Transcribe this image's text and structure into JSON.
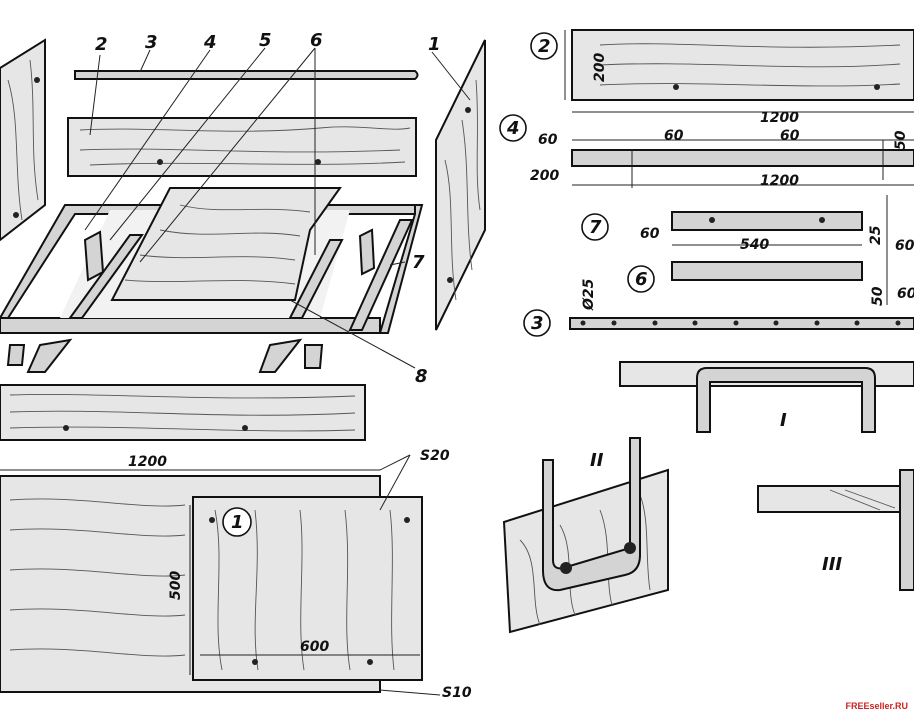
{
  "callouts": {
    "c1": "1",
    "c2": "2",
    "c3": "3",
    "c4": "4",
    "c5": "5",
    "c6": "6",
    "c7": "7",
    "c8": "8"
  },
  "parts": {
    "p2": "2",
    "p4": "4",
    "p7": "7",
    "p6": "6",
    "p3": "3",
    "p1": "1"
  },
  "dims": {
    "d200_2": "200",
    "d1200_2": "1200",
    "d60_a": "60",
    "d60_b": "60",
    "d60_c": "60",
    "d50_4": "50",
    "d200_4": "200",
    "d1200_4": "1200",
    "d60_7": "60",
    "d540": "540",
    "d25_7": "25",
    "d60_7r": "60",
    "d50_6": "50",
    "d60_6r": "60",
    "d25_3": "Ø25",
    "d1200_main": "1200",
    "s20": "S20",
    "d500": "500",
    "d600": "600",
    "s10": "S10"
  },
  "views": {
    "v1": "I",
    "v2": "II",
    "v3": "III"
  },
  "logo": "FREEseller.RU"
}
